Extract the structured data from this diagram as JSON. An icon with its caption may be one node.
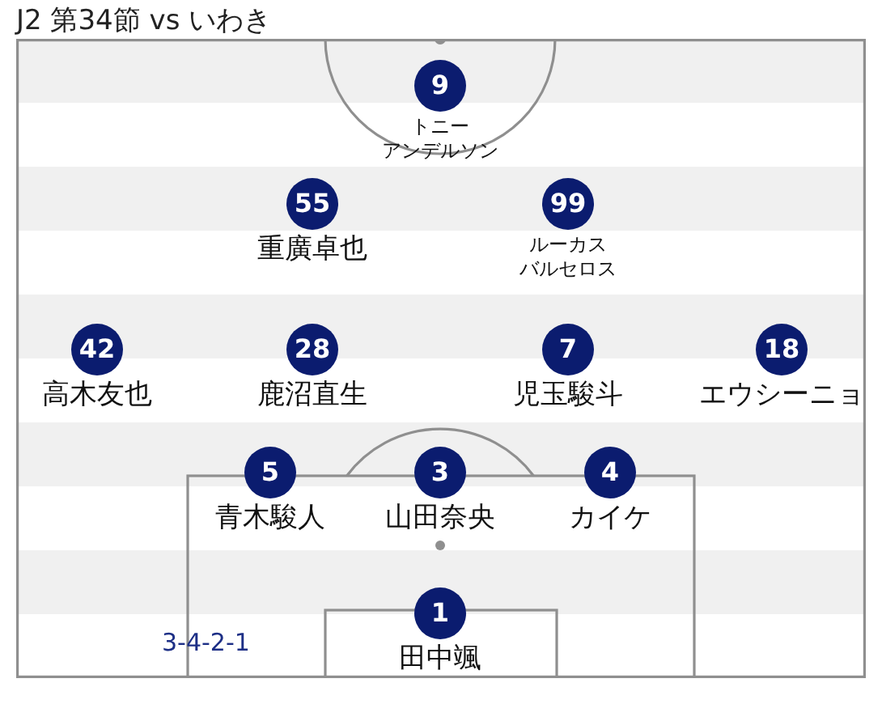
{
  "diagram": {
    "title": "J2 第34節 vs いわき",
    "nodes": [
      {
        "text": [
          "9"
        ],
        "beside": [
          "トニーアンデルソン"
        ]
      },
      {
        "text": [
          "55"
        ],
        "beside": [
          "重廣卓也"
        ]
      },
      {
        "text": [
          "99"
        ],
        "beside": [
          "ルーカスバルセロス"
        ]
      },
      {
        "text": [
          "42"
        ],
        "beside": [
          "高木友也"
        ]
      },
      {
        "text": [
          "28"
        ],
        "beside": [
          "鹿沼直生"
        ]
      },
      {
        "text": [
          "7"
        ],
        "beside": [
          "児玉駿斗"
        ]
      },
      {
        "text": [
          "18"
        ],
        "beside": [
          "エウシーニョ"
        ]
      },
      {
        "text": [
          "5"
        ],
        "beside": [
          "青木駿人"
        ]
      },
      {
        "text": [
          "3"
        ],
        "beside": [
          "山田奈央"
        ]
      },
      {
        "text": [
          "4"
        ],
        "beside": [
          "カイケ"
        ]
      },
      {
        "text": [
          "1"
        ],
        "beside": [
          "田中颯"
        ]
      }
    ],
    "labels": [
      "3-4-2-1"
    ]
  }
}
